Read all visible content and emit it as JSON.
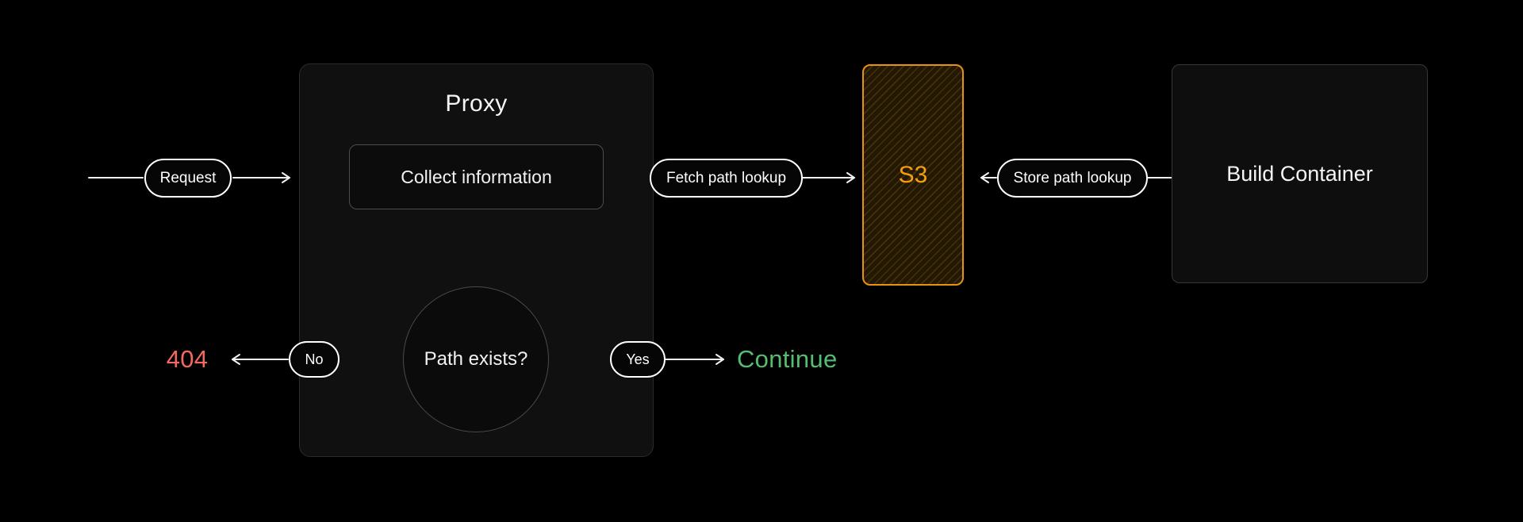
{
  "diagram": {
    "background": "#000000",
    "line_color": "#f2f2f2",
    "nodes": {
      "proxy": {
        "title": "Proxy",
        "fill": "#101010",
        "border": "#2b2b2b"
      },
      "collect": {
        "label": "Collect information",
        "fill": "#0c0c0c",
        "border": "#4d4d4d"
      },
      "decision": {
        "label": "Path exists?",
        "shape": "circle",
        "fill": "#0b0b0b",
        "border": "#4a4a4a"
      },
      "s3": {
        "label": "S3",
        "border": "#e9920f",
        "text_color": "#f59e0b",
        "fill_pattern": "diagonal-stripes",
        "stripe_colors": [
          "#453009",
          "#231803"
        ]
      },
      "build": {
        "label": "Build Container",
        "fill": "#0e0e0e",
        "border": "#373737"
      }
    },
    "edges": {
      "request": {
        "label": "Request",
        "from": "external",
        "to": "proxy"
      },
      "fetch": {
        "label": "Fetch path lookup",
        "from": "collect",
        "to": "s3"
      },
      "store": {
        "label": "Store path lookup",
        "from": "build",
        "to": "s3"
      },
      "no": {
        "label": "No",
        "from": "decision",
        "to": "404"
      },
      "yes": {
        "label": "Yes",
        "from": "decision",
        "to": "continue"
      },
      "pill_border": "#ffffff",
      "pill_fill": "#060606"
    },
    "outcomes": {
      "not_found": {
        "label": "404",
        "color": "#f3695d"
      },
      "continue": {
        "label": "Continue",
        "color": "#55bd72"
      }
    }
  }
}
